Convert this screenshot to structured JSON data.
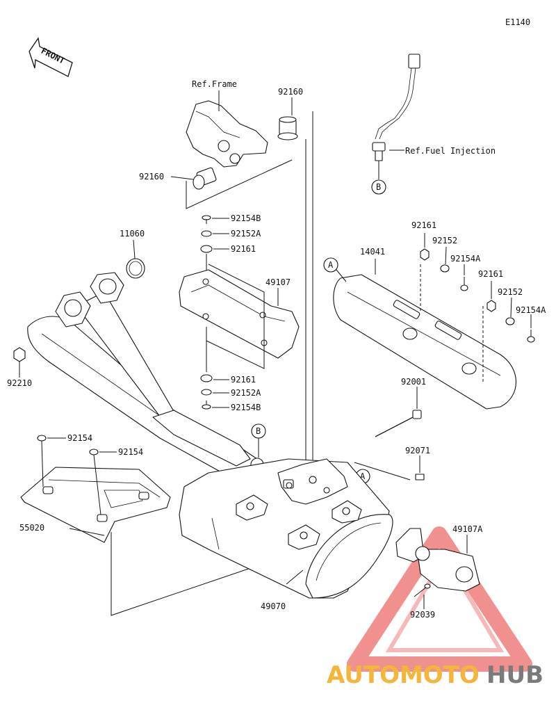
{
  "diagram_code": "E1140",
  "direction_label": "FRONT",
  "ref_labels": {
    "frame": "Ref.Frame",
    "fuel_injection": "Ref.Fuel Injection"
  },
  "callouts": {
    "a": "A",
    "b": "B"
  },
  "parts": {
    "p92160_top": "92160",
    "p92160_left": "92160",
    "p92154B_top": "92154B",
    "p92152A_top": "92152A",
    "p92161_top": "92161",
    "p11060": "11060",
    "p49107": "49107",
    "p92161_bottom": "92161",
    "p92152A_bottom": "92152A",
    "p92154B_bottom": "92154B",
    "p92210": "92210",
    "p14041": "14041",
    "p92161_r1": "92161",
    "p92152_r1": "92152",
    "p92154A_r1": "92154A",
    "p92161_r2": "92161",
    "p92152_r2": "92152",
    "p92154A_r2": "92154A",
    "p92001": "92001",
    "p92071": "92071",
    "p92154_a": "92154",
    "p92154_b": "92154",
    "p55020": "55020",
    "p49107A": "49107A",
    "p49070": "49070",
    "p92039": "92039"
  },
  "watermark": {
    "part1": "AUTOMOTO",
    "part2": "HUB",
    "color_primary": "#f3b53a",
    "color_secondary": "#7a7a7a",
    "triangle_color": "#e53935"
  }
}
